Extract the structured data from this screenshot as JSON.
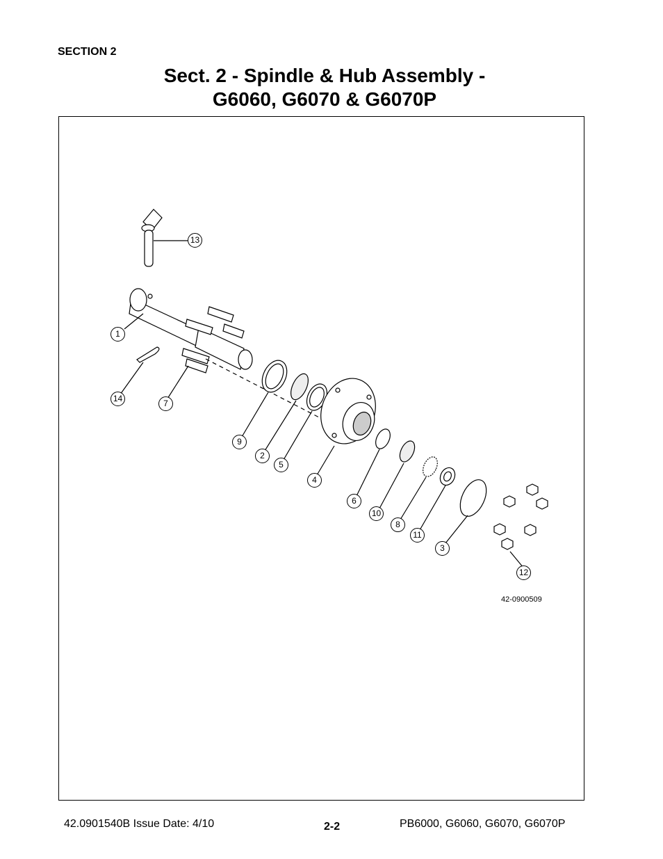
{
  "header": {
    "section": "SECTION 2",
    "title_line1": "Sect. 2 - Spindle & Hub Assembly -",
    "title_line2": "G6060, G6070 & G6070P"
  },
  "diagram": {
    "drawing_number": "42-0900509",
    "callouts": [
      "1",
      "2",
      "3",
      "4",
      "5",
      "6",
      "7",
      "8",
      "9",
      "10",
      "11",
      "12",
      "13",
      "14"
    ]
  },
  "footer": {
    "doc_id": "42.0901540B  Issue Date: 4/10",
    "page": "2-2",
    "models": "PB6000, G6060, G6070, G6070P"
  }
}
